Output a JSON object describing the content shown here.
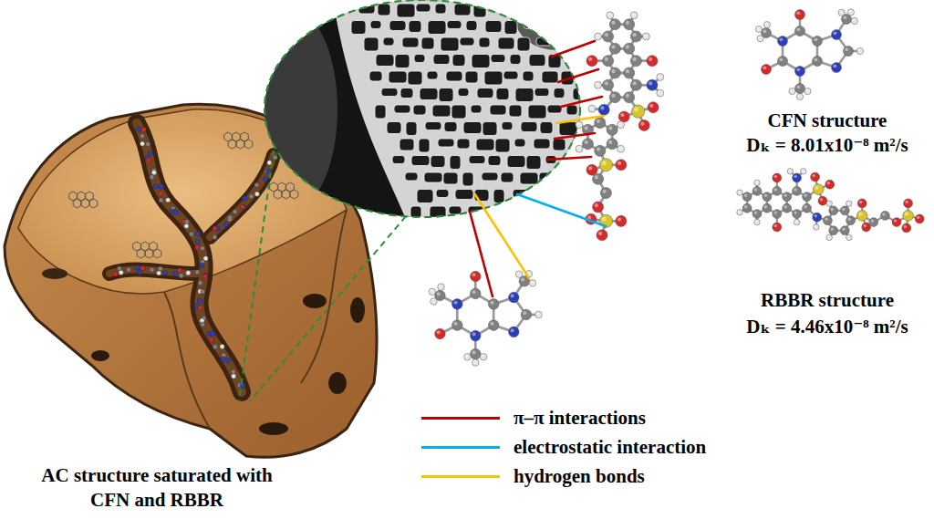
{
  "diagram": {
    "labels": [
      "CFN structure",
      "Dₖ = 8.01x10⁻⁸ m²/s",
      "RBBR structure",
      "Dₖ = 4.46x10⁻⁸ m²/s",
      "AC structure saturated with CFN and RBBR"
    ],
    "legend": [
      {
        "text": "π–π interactions",
        "color": "#c00000"
      },
      {
        "text": "electrostatic interaction",
        "color": "#00b0f0"
      },
      {
        "text": "hydrogen bonds",
        "color": "#ffc000"
      }
    ]
  }
}
